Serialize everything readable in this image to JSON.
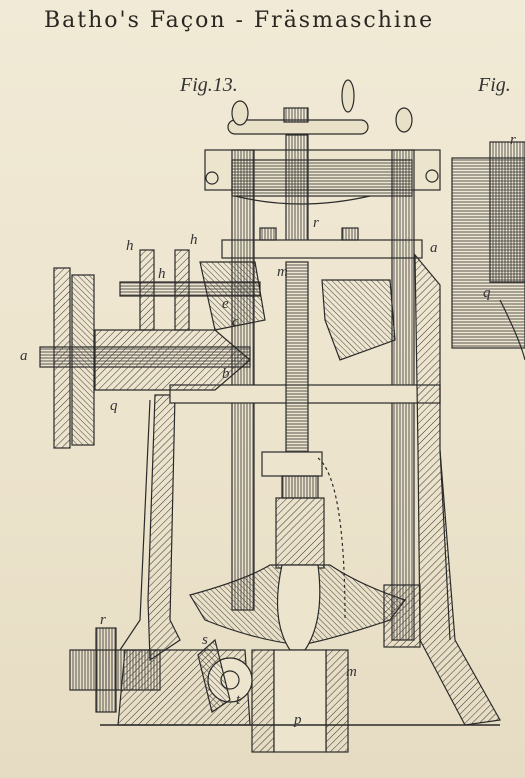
{
  "title": "Batho's Façon - Fräsmaschine",
  "figures": {
    "left": "Fig.13.",
    "right": "Fig."
  },
  "labels": {
    "r_top": "r",
    "h1": "h",
    "h2": "h",
    "h3": "h",
    "m_top": "m",
    "a_left": "a",
    "q_left": "q",
    "e": "e",
    "c": "c",
    "b": "b",
    "a_right": "a",
    "q_right": "q",
    "r_right": "r",
    "r_bottom": "r",
    "s": "s",
    "t": "t",
    "m_bottom": "m",
    "p": "p"
  }
}
